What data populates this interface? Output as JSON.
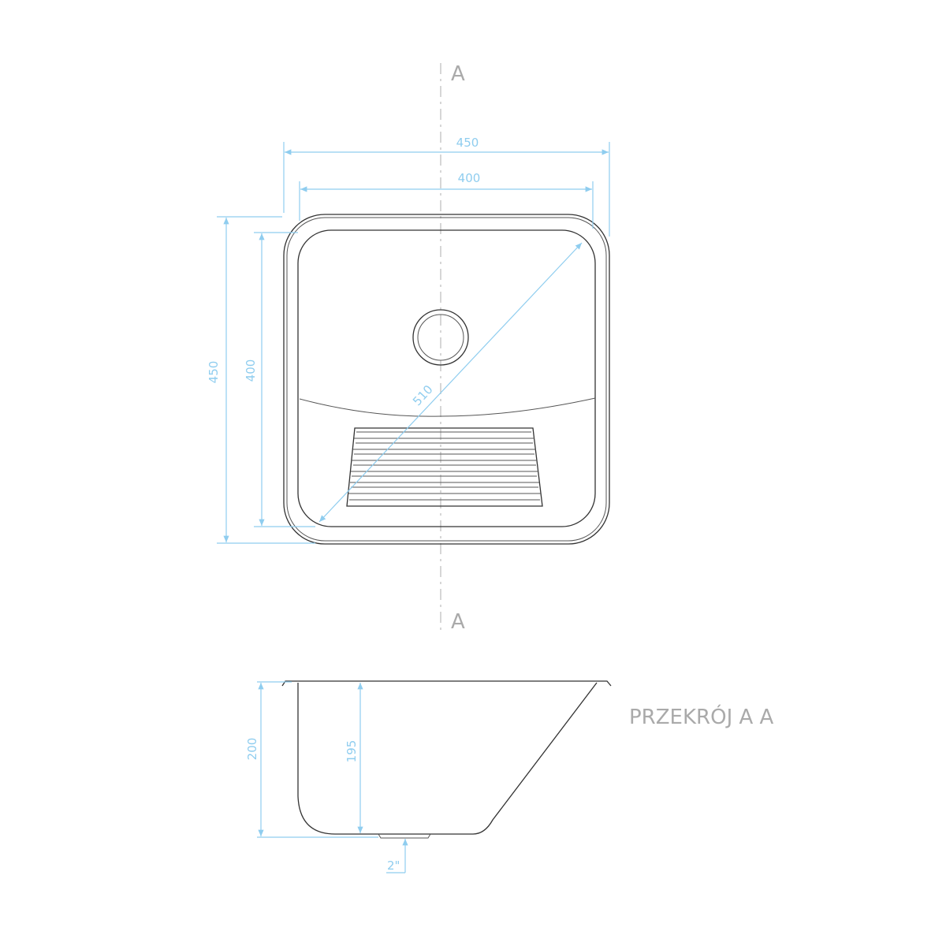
{
  "section_marks": {
    "top": "A",
    "bottom": "A"
  },
  "plan_view": {
    "width_outer": "450",
    "width_inner": "400",
    "depth_outer": "450",
    "depth_inner": "400",
    "diagonal": "510"
  },
  "section_view": {
    "height_total": "200",
    "height_inner": "195",
    "drain_size": "2\"",
    "title": "PRZEKRÓJ A A"
  },
  "colors": {
    "dimension": "#8fcdef",
    "outline": "#333333",
    "label": "#aaaaaa"
  }
}
